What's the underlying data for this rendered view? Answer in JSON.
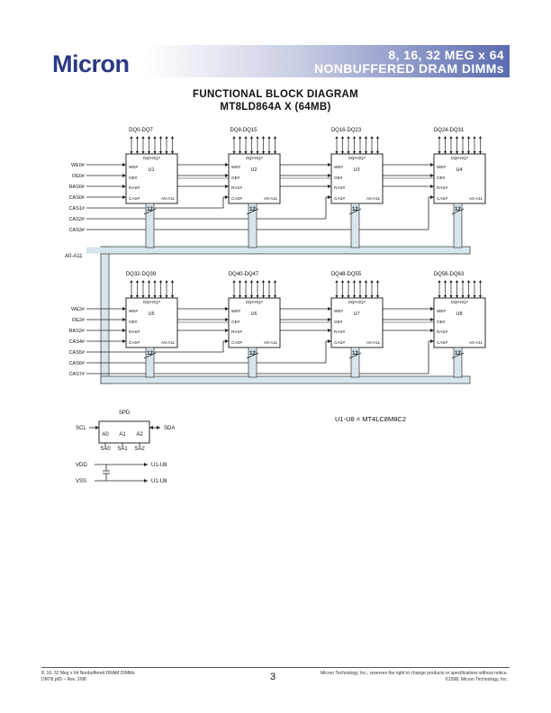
{
  "header": {
    "logo": "Micron",
    "title_line1": "8, 16, 32 MEG x 64",
    "title_line2": "NONBUFFERED DRAM DIMMs"
  },
  "diagram": {
    "title_line1": "FUNCTIONAL BLOCK DIAGRAM",
    "title_line2": "MT8LD864A X (64MB)",
    "top_row": {
      "signals": [
        "WE0#",
        "OE0#",
        "RAS0#",
        "CAS0#",
        "CAS1#",
        "CAS2#",
        "CAS3#"
      ],
      "chips": [
        {
          "bus": "DQ0-DQ7",
          "id": "U1"
        },
        {
          "bus": "DQ8-DQ15",
          "id": "U2"
        },
        {
          "bus": "DQ16-DQ23",
          "id": "U3"
        },
        {
          "bus": "DQ24-DQ31",
          "id": "U4"
        }
      ]
    },
    "bottom_row": {
      "signals": [
        "WE2#",
        "OE2#",
        "RAS2#",
        "CAS4#",
        "CAS5#",
        "CAS6#",
        "CAS7#"
      ],
      "chips": [
        {
          "bus": "DQ32-DQ39",
          "id": "U5"
        },
        {
          "bus": "DQ40-DQ47",
          "id": "U6"
        },
        {
          "bus": "DQ48-DQ55",
          "id": "U7"
        },
        {
          "bus": "DQ56-DQ63",
          "id": "U8"
        }
      ]
    },
    "chip_pins": {
      "dq": "DQ0-DQ7",
      "we": "WE#",
      "oe": "OE#",
      "ras": "RAS#",
      "cas": "CAS#",
      "addr": "A0-A11"
    },
    "address_bus": "A0-A11",
    "bus_width": "12",
    "spd": {
      "label": "SPD",
      "scl": "SCL",
      "sda": "SDA",
      "pins": [
        "A0",
        "A1",
        "A2"
      ],
      "straps": [
        "SA0",
        "SA1",
        "SA2"
      ]
    },
    "power": {
      "vdd": "VDD",
      "vss": "VSS",
      "target": "U1-U8"
    },
    "note": "U1-U8 = MT4LC8M8C2"
  },
  "footer": {
    "left_line1": "8, 16, 32 Meg x 64 Nonbuffered DRAM DIMMs",
    "left_line2": "DM78.p65 – Rev. 2/98",
    "page_number": "3",
    "right_line1": "Micron Technology, Inc., reserves the right to change products or specifications without notice.",
    "right_line2": "©1998, Micron Technology, Inc."
  }
}
